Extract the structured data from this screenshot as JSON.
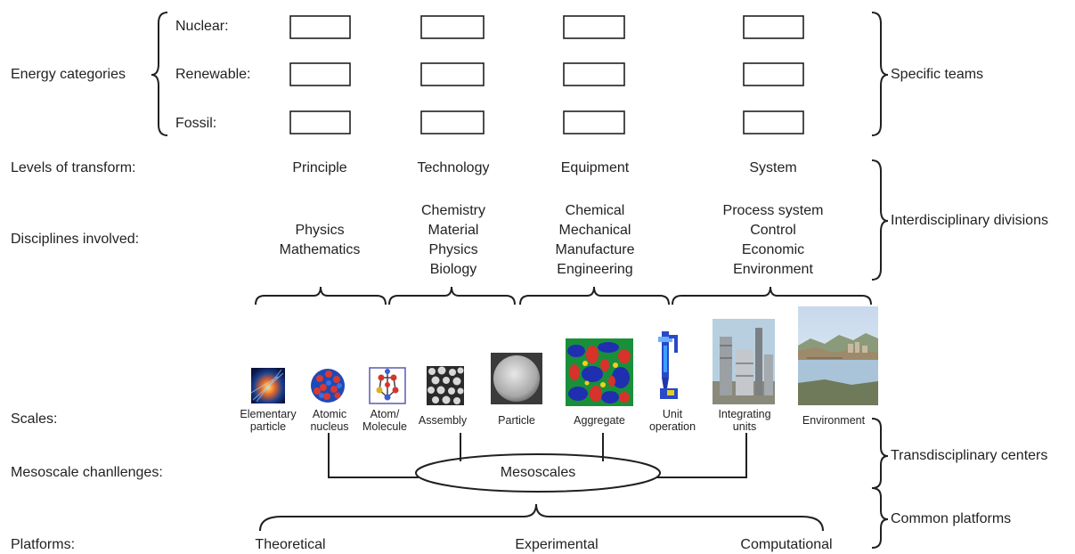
{
  "energy": {
    "label": "Energy categories",
    "rows": [
      "Nuclear:",
      "Renewable:",
      "Fossil:"
    ]
  },
  "teams_label": "Specific teams",
  "levels": {
    "label": "Levels of transform:",
    "items": [
      "Principle",
      "Technology",
      "Equipment",
      "System"
    ]
  },
  "disciplines": {
    "label": "Disciplines involved:",
    "groups": [
      [
        "Physics",
        "Mathematics"
      ],
      [
        "Chemistry",
        "Material",
        "Physics",
        "Biology"
      ],
      [
        "Chemical",
        "Mechanical",
        "Manufacture",
        "Engineering"
      ],
      [
        "Process system",
        "Control",
        "Economic",
        "Environment"
      ]
    ]
  },
  "interdisciplinary_label": "Interdisciplinary divisions",
  "scales": {
    "label": "Scales:",
    "items": [
      {
        "name": "Elementary\nparticle",
        "icon": "elementary-particle-image"
      },
      {
        "name": "Atomic\nnucleus",
        "icon": "atomic-nucleus-image"
      },
      {
        "name": "Atom/\nMolecule",
        "icon": "molecule-image"
      },
      {
        "name": "Assembly",
        "icon": "assembly-image"
      },
      {
        "name": "Particle",
        "icon": "particle-image"
      },
      {
        "name": "Aggregate",
        "icon": "aggregate-image"
      },
      {
        "name": "Unit\noperation",
        "icon": "unit-operation-image"
      },
      {
        "name": "Integrating\nunits",
        "icon": "plant-image"
      },
      {
        "name": "Environment",
        "icon": "landscape-image"
      }
    ]
  },
  "mesoscale": {
    "label": "Mesoscale chanllenges:",
    "center": "Mesoscales"
  },
  "transdisciplinary_label": "Transdisciplinary centers",
  "platforms": {
    "label": "Platforms:",
    "items": [
      "Theoretical",
      "Experimental",
      "Computational"
    ]
  },
  "common_platforms_label": "Common platforms",
  "colors": {
    "ink": "#231f20",
    "background": "#ffffff"
  }
}
